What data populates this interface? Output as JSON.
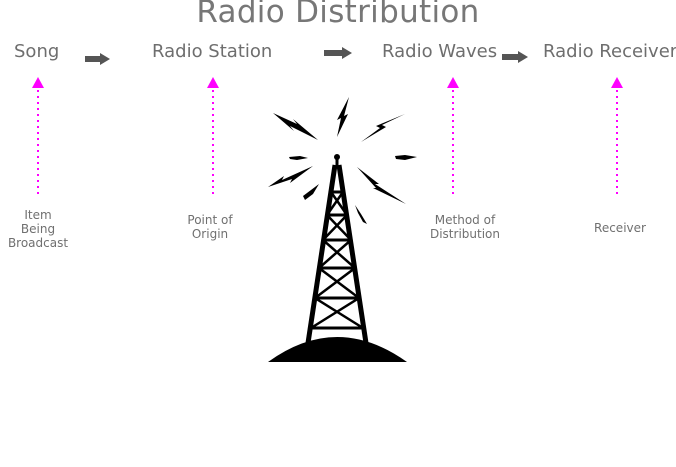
{
  "title": "Radio Distribution",
  "stages": [
    {
      "label": "Song",
      "note": "Item\nBeing\nBroadcast"
    },
    {
      "label": "Radio Station",
      "note": "Point of\nOrigin"
    },
    {
      "label": "Radio Waves",
      "note": "Method of\nDistribution"
    },
    {
      "label": "Radio Receiver",
      "note": "Receiver"
    }
  ],
  "colors": {
    "pointer": "#ff00ff",
    "arrow": "#555555",
    "tower": "#000000",
    "text": "#6e6e6e"
  },
  "icons": {
    "flow_arrow": "right-arrow-icon",
    "pointer": "dotted-up-arrow-icon",
    "tower": "radio-tower-icon"
  }
}
